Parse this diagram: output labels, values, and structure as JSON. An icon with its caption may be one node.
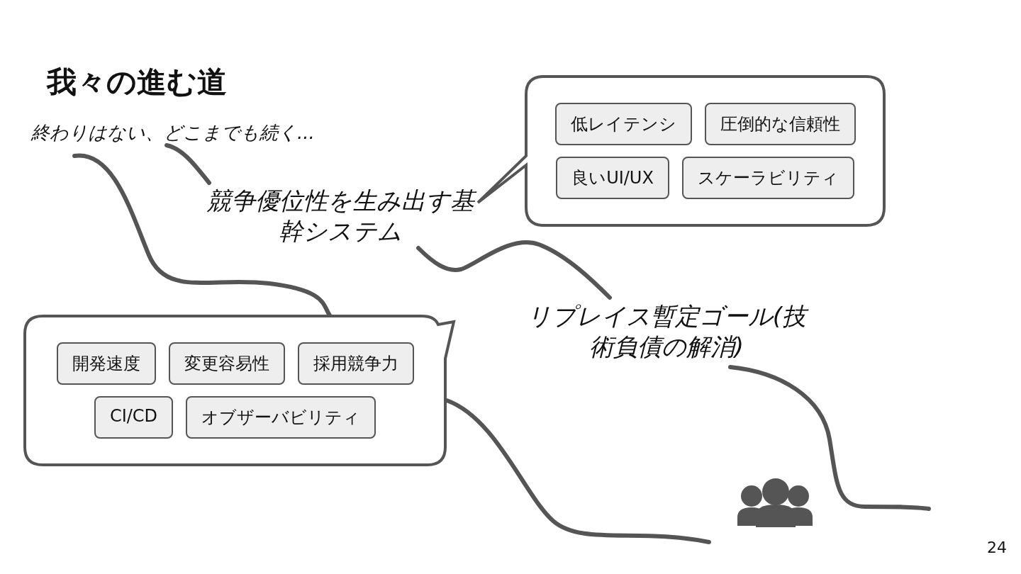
{
  "diagram": {
    "title": "我々の進む道",
    "nodes": [
      {
        "text": [],
        "shape": "bubble"
      },
      {
        "text": [
          "低レイテンシ"
        ],
        "in": 0
      },
      {
        "text": [
          "圧倒的な信頼性"
        ],
        "in": 0
      },
      {
        "text": [
          "良いUI/UX"
        ],
        "in": 0
      },
      {
        "text": [
          "スケーラビリティ"
        ],
        "in": 0
      },
      {
        "text": [],
        "shape": "bubble"
      },
      {
        "text": [
          "開発速度"
        ],
        "in": 5
      },
      {
        "text": [
          "変更容易性"
        ],
        "in": 5
      },
      {
        "text": [
          "採用競争力"
        ],
        "in": 5
      },
      {
        "text": [
          "CI/CD"
        ],
        "in": 5
      },
      {
        "text": [
          "オブザーバビリティ"
        ],
        "in": 5
      }
    ],
    "labels": [
      "終わりはない、どこまでも続く...",
      "競争優位性を生み出す基幹システム",
      "リプレイス暫定ゴール(技術負債の解消)",
      "24"
    ]
  }
}
